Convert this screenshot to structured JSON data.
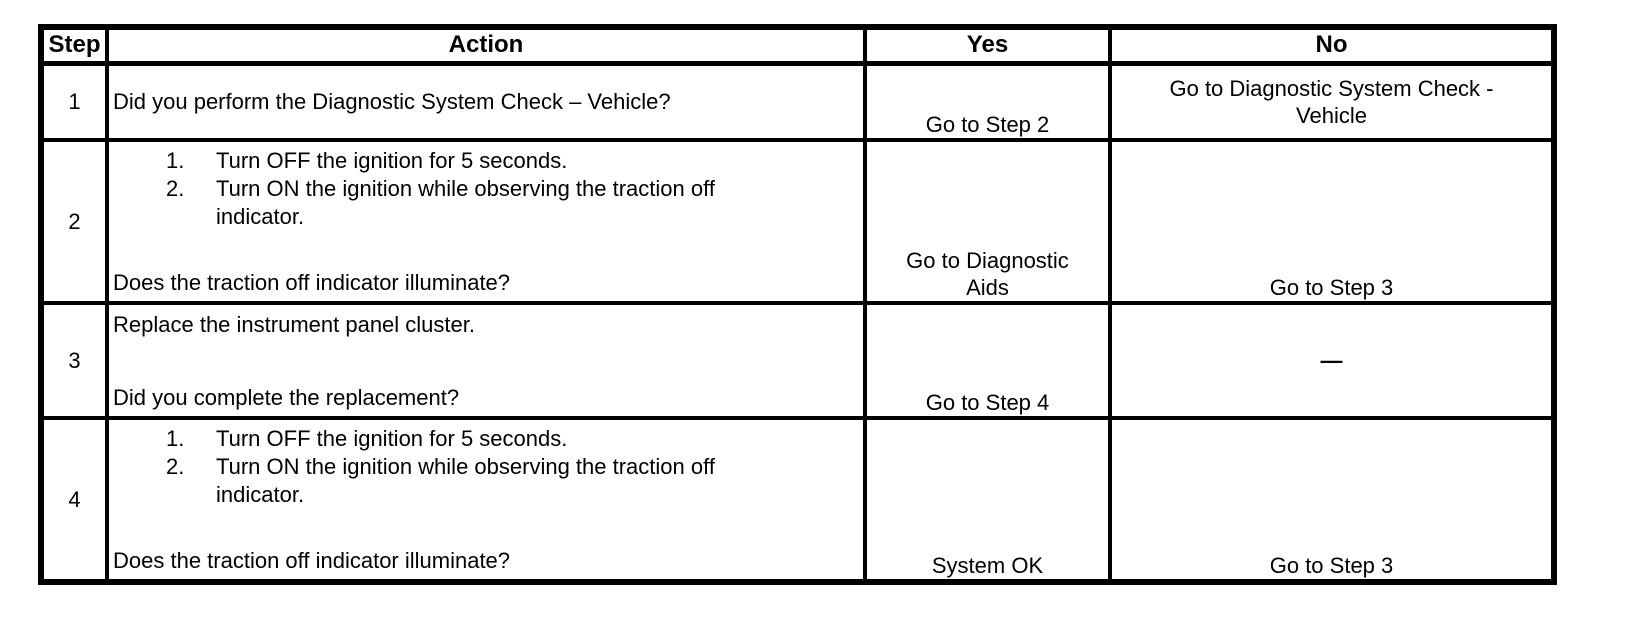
{
  "colors": {
    "text": "#000000",
    "border": "#000000",
    "background": "#ffffff"
  },
  "table": {
    "headers": {
      "step": "Step",
      "action": "Action",
      "yes": "Yes",
      "no": "No"
    },
    "rows": [
      {
        "step": "1",
        "question": "Did you perform the Diagnostic System Check – Vehicle?",
        "yes": "Go to Step 2",
        "no": "Go to Diagnostic System Check - Vehicle"
      },
      {
        "step": "2",
        "steps": [
          {
            "num": "1.",
            "text": "Turn OFF the ignition for 5 seconds."
          },
          {
            "num": "2.",
            "text": "Turn ON the ignition while observing the traction off indicator."
          }
        ],
        "question": "Does the traction off indicator illuminate?",
        "yes": "Go to Diagnostic Aids",
        "no": "Go to Step 3"
      },
      {
        "step": "3",
        "intro": "Replace the instrument panel cluster.",
        "question": "Did you complete the replacement?",
        "yes": "Go to Step 4",
        "no": "—"
      },
      {
        "step": "4",
        "steps": [
          {
            "num": "1.",
            "text": "Turn OFF the ignition for 5 seconds."
          },
          {
            "num": "2.",
            "text": "Turn ON the ignition while observing the traction off indicator."
          }
        ],
        "question": "Does the traction off indicator illuminate?",
        "yes": "System OK",
        "no": "Go to Step 3"
      }
    ]
  }
}
